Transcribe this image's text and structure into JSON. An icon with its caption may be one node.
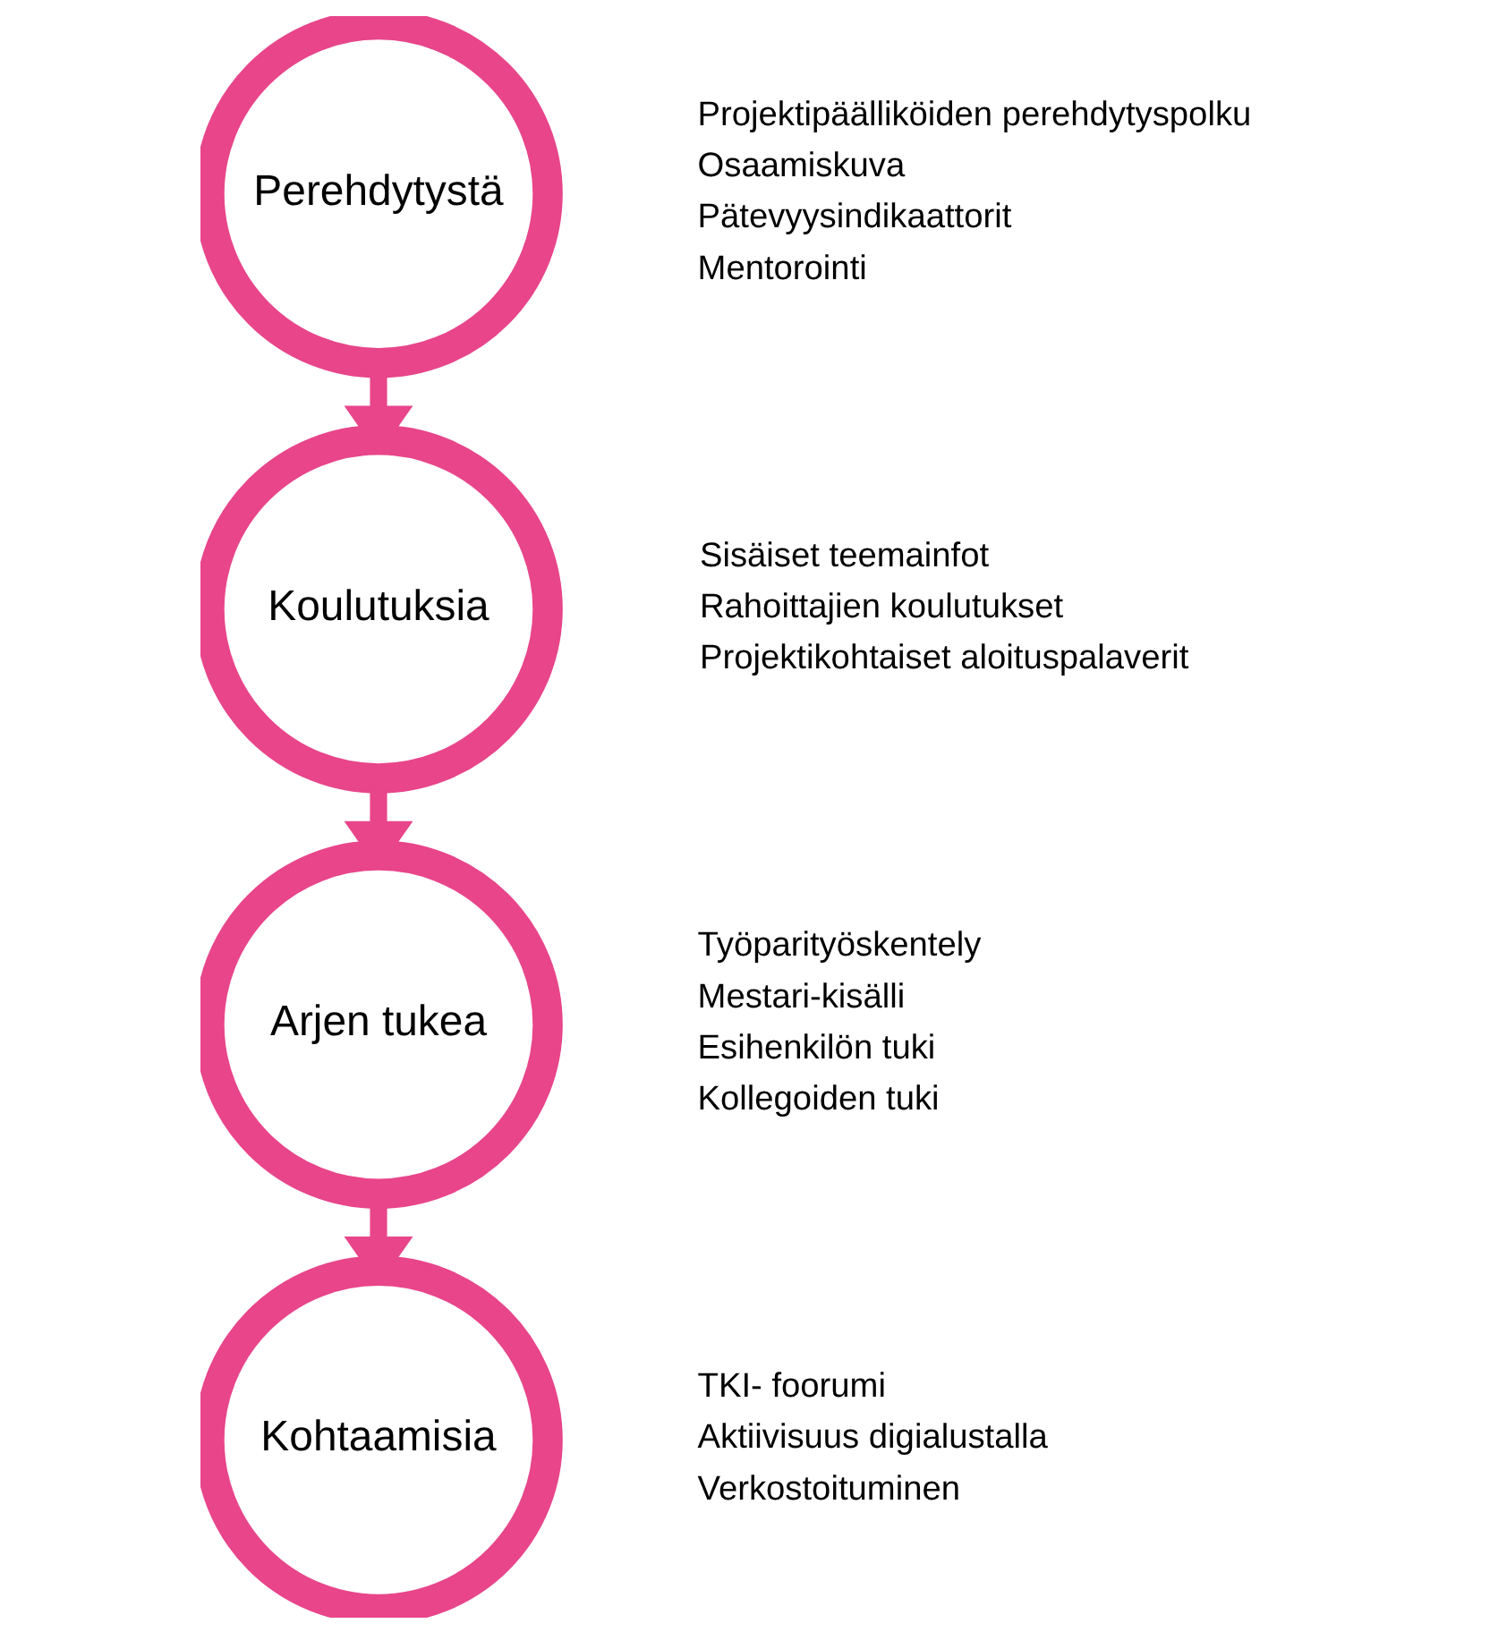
{
  "diagram": {
    "nodes": [
      {
        "text": [
          "Perehdytystä"
        ],
        "beside": [
          "Projektipäälliköiden perehdytyspolku",
          "Osaamiskuva",
          "Pätevyysindikaattorit",
          "Mentorointi"
        ]
      },
      {
        "text": [
          "Koulutuksia"
        ],
        "beside": [
          "Sisäiset teemainfot",
          "Rahoittajien koulutukset",
          "Projektikohtaiset aloituspalaverit"
        ]
      },
      {
        "text": [
          "Arjen tukea"
        ],
        "beside": [
          "Työparityöskentely",
          "Mestari-kisälli",
          "Esihenkilön tuki",
          "Kollegoiden tuki"
        ]
      },
      {
        "text": [
          "Kohtaamisia"
        ],
        "beside": [
          "TKI- foorumi",
          "Aktiivisuus digialustalla",
          "Verkostoituminen"
        ]
      }
    ],
    "edges": [
      {
        "from": 0,
        "to": 1,
        "arrow": "to"
      },
      {
        "from": 1,
        "to": 2,
        "arrow": "to"
      },
      {
        "from": 2,
        "to": 3,
        "arrow": "to"
      }
    ]
  }
}
